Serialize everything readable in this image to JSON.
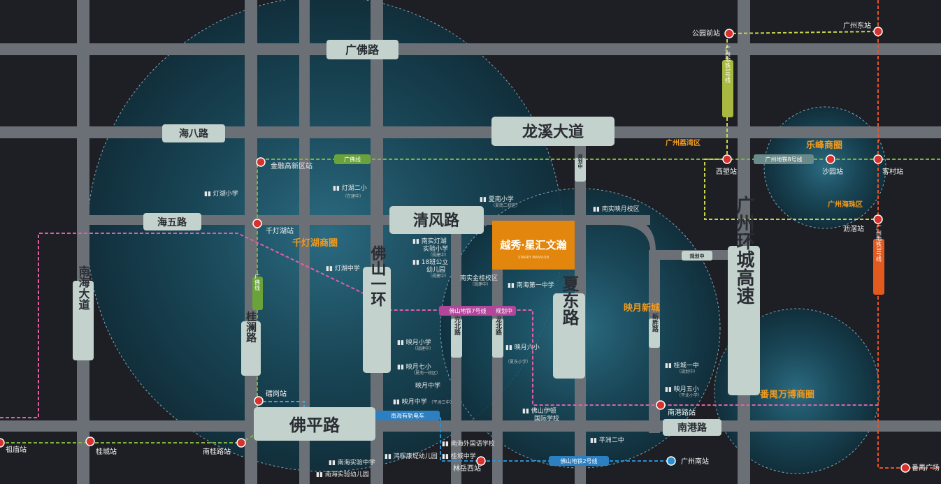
{
  "roads": {
    "guangfo": "广佛路",
    "haiba": "海八路",
    "longxi": "龙溪大道",
    "haiwu": "海五路",
    "qingfeng": "清风路",
    "nanhai": "南海大道",
    "guilan": "桂澜路",
    "foshan_ring": "佛山一环",
    "xiadong": "夏东路",
    "guangzhou_ring": "广州环城高速",
    "foping": "佛平路",
    "nangang": "南港路",
    "juyuan_north": "聚元北路",
    "shilong_north": "石龙北路",
    "xinsheng": "新胜路",
    "planned_1": "规划中",
    "planned_2": "规划中"
  },
  "districts": {
    "qiandenghu": "千灯湖商圈",
    "yingyue": "映月新城",
    "lefeng": "乐峰商圈",
    "panyu_wanbo": "番禺万博商圈",
    "lijiaowan": "广州荔湾区",
    "haizhu": "广州海珠区"
  },
  "project": {
    "brand": "越秀·星汇文瀚",
    "sub": "STARRY MANSION"
  },
  "metro": {
    "guangfo_line": "广佛线",
    "guangfo_line_v": "广佛线",
    "gz_line1": "广州地铁1号线",
    "gz_line8": "广州地铁8号线",
    "gz_line3": "广州地铁3号线",
    "fs_line7": "佛山地铁7号线",
    "fs_line7_note": "规划中",
    "fs_line2": "佛山地铁2号线",
    "tram": "南海有轨电车"
  },
  "stations": {
    "gongyuanqian": "公园前站",
    "guangzhou_east": "广州东站",
    "xilang": "西塱站",
    "shayuan": "沙园站",
    "kecun": "客村站",
    "lijiao": "沥滘站",
    "jinrong": "金融高新区站",
    "qiandenghu": "千灯湖站",
    "leigang": "礌岗站",
    "zumiao": "祖庙站",
    "guicheng": "桂城站",
    "nanguilu": "南桂路站",
    "nangang": "南港路站",
    "linyue_west": "林岳西站",
    "guangzhou_south": "广州南站",
    "panyu_square": "番禺广场"
  },
  "pois": {
    "denghu_primary": "灯湖小学",
    "denghu_second": "灯湖二小",
    "denghu_second_note": "（在建中）",
    "xianan_primary": "夏南小学",
    "xianan_primary_note": "（夏南二校区）",
    "nanshi_yingyue": "南实映月校区",
    "nanshi_denghu": "南实灯湖",
    "nanshi_denghu_2": "实验小学",
    "nanshi_denghu_note": "（规建中）",
    "school18": "18班公立",
    "school18_2": "幼儿园",
    "school18_note": "（规建中）",
    "denghu_middle": "灯湖中学",
    "nanshi_jingui": "南实金桂校区",
    "nanshi_jingui_note": "（规建中）",
    "nanhai_first": "南海第一中学",
    "yingyue_primary": "映月小学",
    "yingyue_primary_note": "（规建中）",
    "yingyue_seven": "映月七小",
    "yingyue_seven_note": "（夏南一校区）",
    "yingyue_middle": "映月中学",
    "yingyue_middle2": "映月中学",
    "yingyue_middle2_note": "（平洲三中）",
    "yingyue_six": "映月六小",
    "yingyue_six_note": "（夏东小学）",
    "guicheng_one": "桂城一中",
    "guicheng_one_note": "（规划中）",
    "yingyue_five": "映月五小",
    "yingyue_five_note": "（平北小学）",
    "foshan_eaton": "佛山伊顿",
    "foshan_eaton_2": "国际学校",
    "nanhai_foreign": "南海外国语学校",
    "guicheng_middle": "桂城中学",
    "hongya_kg": "鸿晖康堤幼儿园",
    "pingzhou_two": "平洲二中",
    "nanhai_exp_mid": "南海实验中学",
    "nanhai_exp_kg": "南海实验幼儿园"
  }
}
